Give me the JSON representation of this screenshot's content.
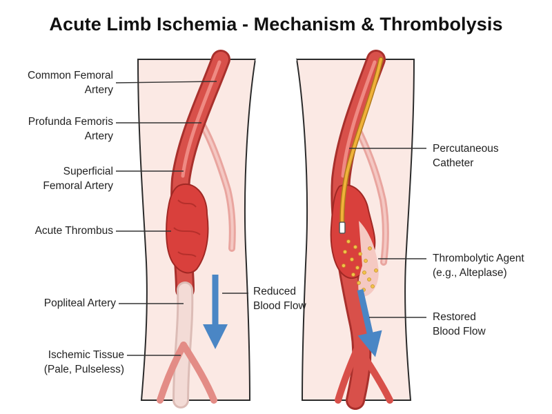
{
  "title": "Acute Limb Ischemia - Mechanism & Thrombolysis",
  "labels": {
    "common_femoral": [
      "Common Femoral",
      "Artery"
    ],
    "profunda_femoris": [
      "Profunda Femoris",
      "Artery"
    ],
    "superficial_femoral": [
      "Superficial",
      "Femoral Artery"
    ],
    "acute_thrombus": "Acute Thrombus",
    "popliteal": "Popliteal Artery",
    "ischemic_tissue": [
      "Ischemic Tissue",
      "(Pale, Pulseless)"
    ],
    "reduced_flow": [
      "Reduced",
      "Blood Flow"
    ],
    "catheter": [
      "Percutaneous",
      "Catheter"
    ],
    "thrombolytic": [
      "Thrombolytic Agent",
      "(e.g., Alteplase)"
    ],
    "restored_flow": [
      "Restored",
      "Blood Flow"
    ]
  },
  "colors": {
    "skin": "#fbe9e4",
    "skin_outline": "#2a2a2a",
    "artery": "#d8504a",
    "artery_dark": "#a8302c",
    "thrombus": "#d9403c",
    "pale_artery": "#f3dbd6",
    "arrow": "#4a86c5",
    "catheter": "#f0b23a",
    "agent_dot": "#f2c24a"
  }
}
